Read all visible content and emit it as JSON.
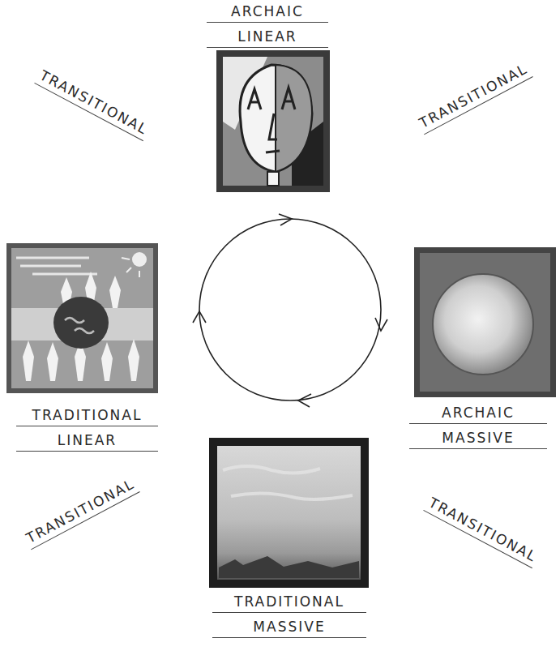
{
  "diagram": {
    "nodes": [
      {
        "text": [
          "ARCHAIC",
          "LINEAR"
        ]
      },
      {
        "text": [
          "TRADITIONAL",
          "LINEAR"
        ]
      },
      {
        "text": [
          "ARCHAIC",
          "MASSIVE"
        ]
      },
      {
        "text": [
          "TRADITIONAL",
          "MASSIVE"
        ]
      }
    ],
    "labels": [
      "TRANSITIONAL",
      "TRANSITIONAL",
      "TRANSITIONAL",
      "TRANSITIONAL"
    ]
  }
}
